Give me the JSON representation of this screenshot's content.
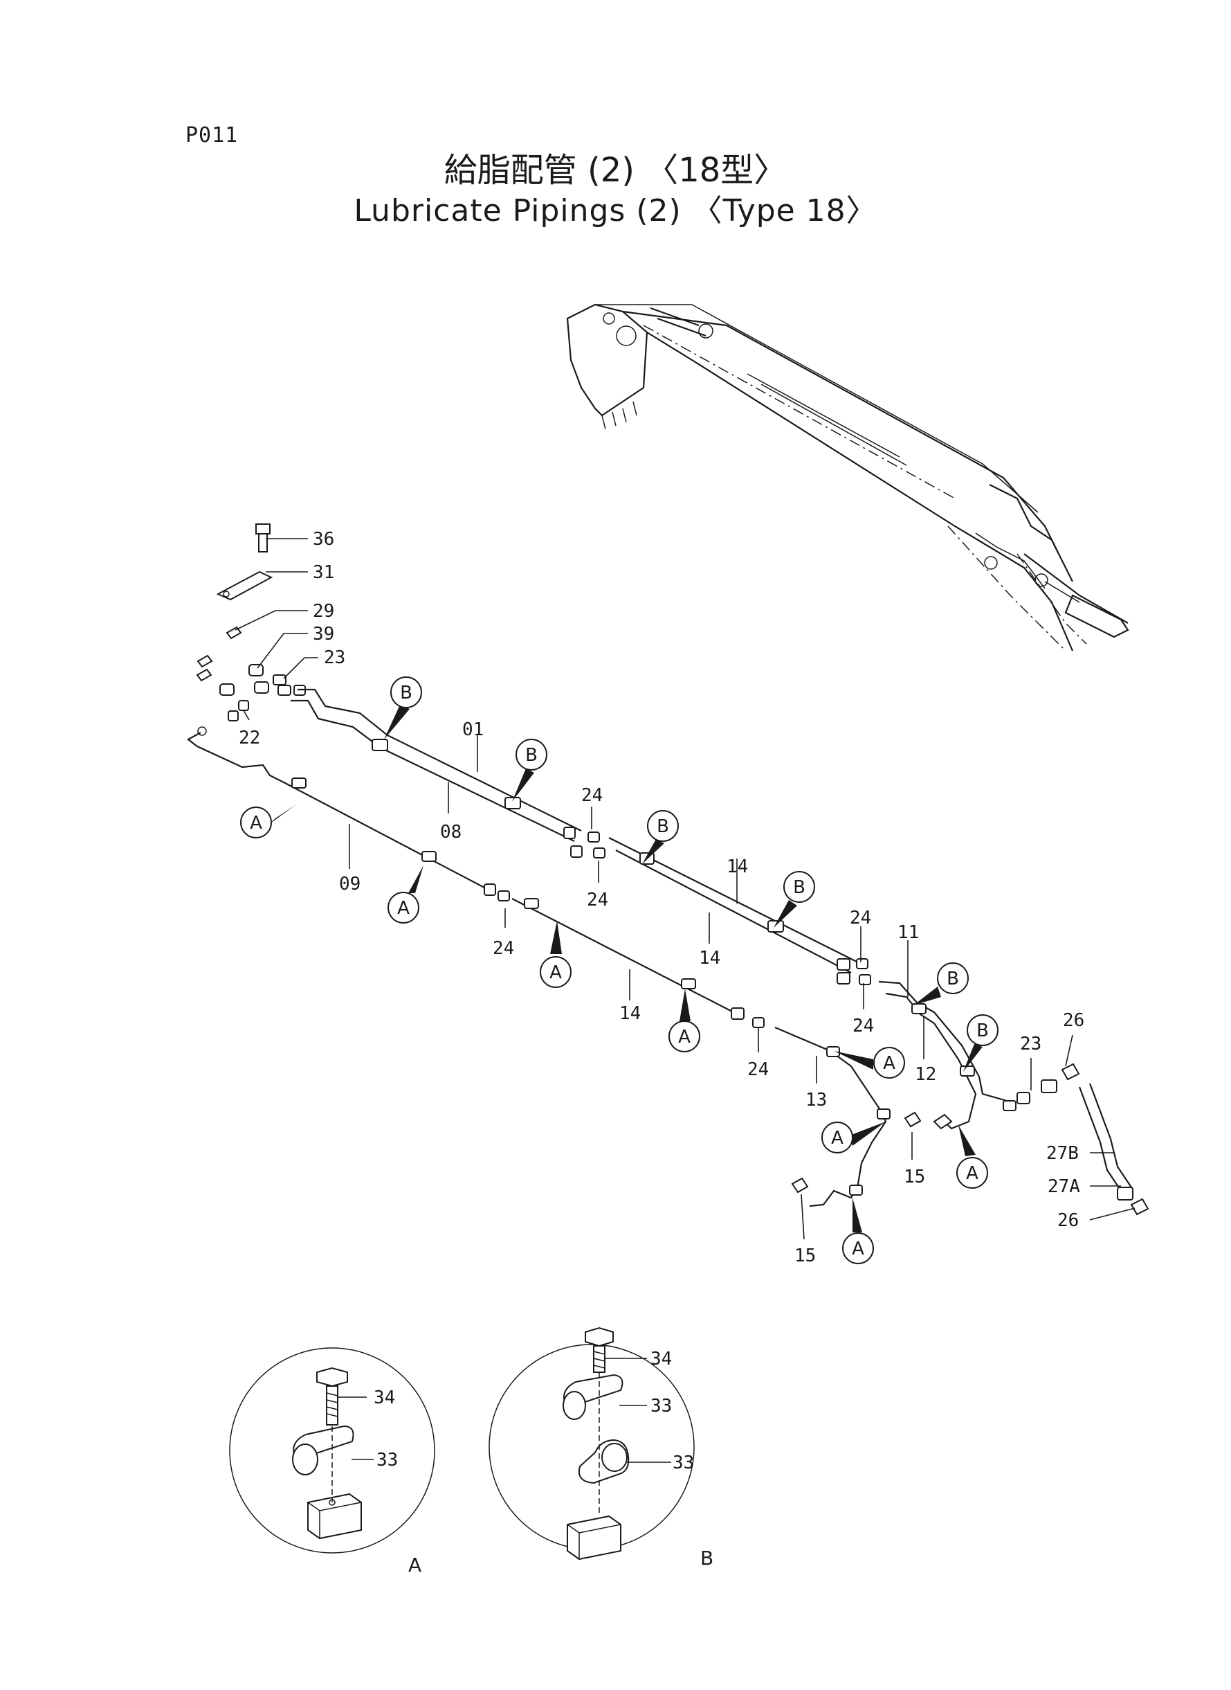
{
  "header": {
    "page_code": "P011",
    "title_jp": "給脂配管 (2) 〈18型〉",
    "title_en": "Lubricate Pipings (2) 〈Type 18〉"
  },
  "callouts": {
    "c36": "36",
    "c31": "31",
    "c29": "29",
    "c39": "39",
    "c23a": "23",
    "c22": "22",
    "c01": "01",
    "c08": "08",
    "c09": "09",
    "c24a": "24",
    "c24b": "24",
    "c24c": "24",
    "c24d": "24",
    "c24e": "24",
    "c24f": "24",
    "c14a": "14",
    "c14b": "14",
    "c14c": "14",
    "c11": "11",
    "c12": "12",
    "c13": "13",
    "c23b": "23",
    "c26a": "26",
    "c26b": "26",
    "c27b": "27B",
    "c27a": "27A",
    "c15a": "15",
    "c15b": "15",
    "c34a": "34",
    "c33a": "33",
    "c34b": "34",
    "c33b": "33",
    "c33c": "33"
  },
  "reference_markers": {
    "a": "A",
    "b": "B"
  },
  "detail_views": {
    "view_a": "A",
    "view_b": "B"
  }
}
